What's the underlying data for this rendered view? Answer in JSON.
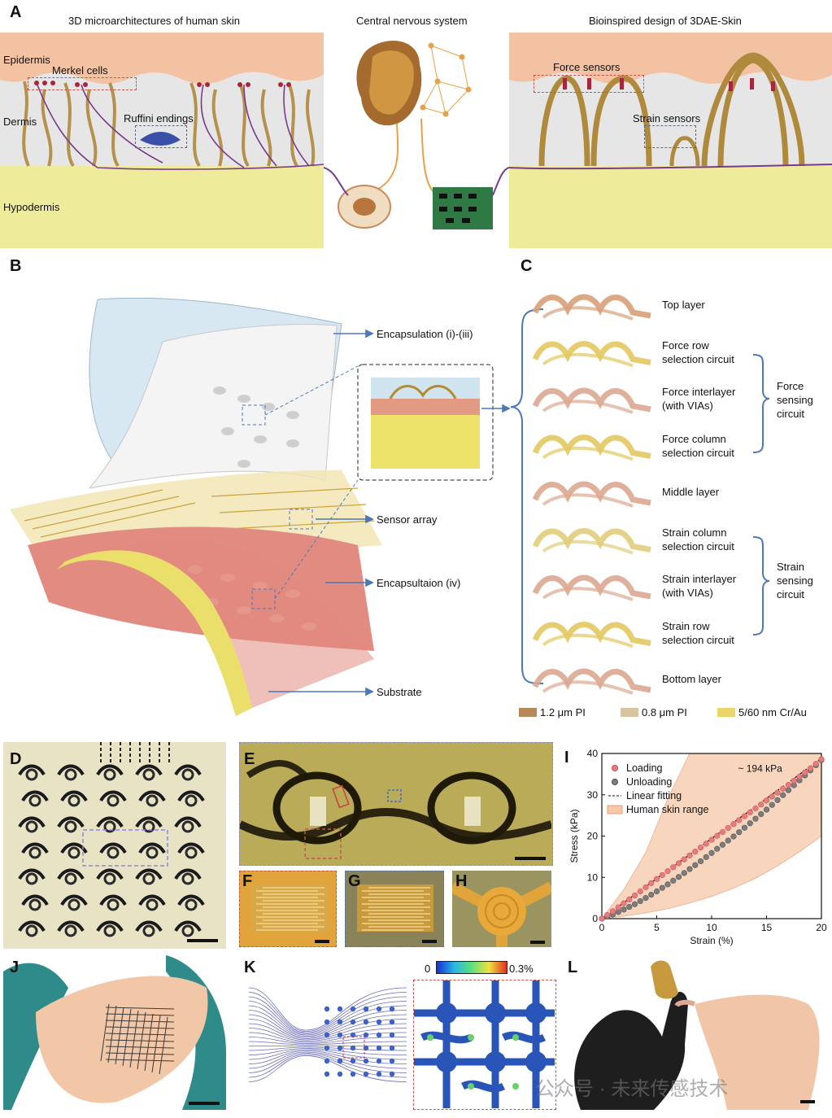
{
  "panelA": {
    "letter": "A",
    "left_title": "3D microarchitectures of human skin",
    "center_title": "Central nervous system",
    "right_title": "Bioinspired design of 3DAE-Skin",
    "layers": {
      "epidermis": "Epidermis",
      "dermis": "Dermis",
      "hypodermis": "Hypodermis"
    },
    "labels": {
      "merkel": "Merkel cells",
      "ruffini": "Ruffini endings",
      "force_sensors": "Force sensors",
      "strain_sensors": "Strain sensors"
    },
    "colors": {
      "epidermis": "#f2c2a2",
      "dermis": "#e2e2e2",
      "hypodermis": "#eeec9a",
      "fiber": "#b08a3c",
      "nerve": "#7a3b8c"
    }
  },
  "panelB": {
    "letter": "B",
    "callouts": [
      "Encapsulation (i)-(iii)",
      "Sensor array",
      "Encapsultaion (iv)",
      "Substrate"
    ],
    "arrow_color": "#4a78b8"
  },
  "panelC": {
    "letter": "C",
    "layers": [
      "Top layer",
      "Force row\nselection circuit",
      "Force interlayer\n(with VIAs)",
      "Force column\nselection circuit",
      "Middle layer",
      "Strain column\nselection circuit",
      "Strain interlayer\n(with VIAs)",
      "Strain row\nselection circuit",
      "Bottom layer"
    ],
    "groups": [
      "Force\nsensing\ncircuit",
      "Strain\nsensing\ncircuit"
    ],
    "legend": [
      {
        "label": "1.2 μm PI",
        "color": "#b8875a"
      },
      {
        "label": "0.8 μm PI",
        "color": "#d8c4a0"
      },
      {
        "label": "5/60 nm Cr/Au",
        "color": "#e9d56a"
      }
    ]
  },
  "photos": {
    "D": "D",
    "E": "E",
    "F": "F",
    "G": "G",
    "H": "H",
    "J": "J",
    "K": "K",
    "L": "L"
  },
  "panelK": {
    "colorbar_min": "0",
    "colorbar_max": "0.3%"
  },
  "watermark": "公众号 · 未来传感技术",
  "panelI": {
    "letter": "I",
    "annotation": "~ 194 kPa",
    "legend": [
      "Loading",
      "Unloading",
      "Linear fitting",
      "Human skin range"
    ],
    "colors": {
      "loading": "#e87b7b",
      "unloading": "#7d7d7d",
      "fit": "#111111",
      "range": "#f6c7a8"
    }
  },
  "chart_data": {
    "type": "scatter",
    "xlabel": "Strain (%)",
    "ylabel": "Stress (kPa)",
    "xlim": [
      0,
      20
    ],
    "ylim": [
      0,
      40
    ],
    "xticks": [
      "0",
      "5",
      "10",
      "15",
      "20"
    ],
    "yticks": [
      "0",
      "10",
      "20",
      "30",
      "40"
    ],
    "series": [
      {
        "name": "Loading",
        "x": [
          0,
          1,
          2,
          3,
          4,
          5,
          6,
          7,
          8,
          9,
          10,
          11,
          12,
          13,
          14,
          15,
          16,
          17,
          18,
          19,
          20
        ],
        "y": [
          0,
          1.8,
          3.7,
          5.6,
          7.6,
          9.6,
          11.5,
          13.4,
          15.3,
          17.2,
          19.1,
          21.0,
          22.9,
          24.8,
          26.7,
          28.6,
          30.5,
          32.4,
          34.4,
          36.4,
          38.6
        ]
      },
      {
        "name": "Unloading",
        "x": [
          0,
          1,
          2,
          3,
          4,
          5,
          6,
          7,
          8,
          9,
          10,
          11,
          12,
          13,
          14,
          15,
          16,
          17,
          18,
          19,
          20
        ],
        "y": [
          0,
          1.0,
          2.2,
          3.5,
          5.0,
          6.6,
          8.3,
          10.1,
          12.0,
          13.9,
          15.9,
          17.9,
          19.9,
          22.0,
          24.2,
          26.4,
          28.7,
          31.1,
          33.5,
          35.9,
          38.4
        ]
      },
      {
        "name": "Linear fitting",
        "x": [
          0,
          20
        ],
        "y": [
          0,
          38.8
        ]
      }
    ],
    "range_band": {
      "name": "Human skin range",
      "x": [
        0,
        2,
        4,
        6,
        8,
        10,
        12,
        14,
        16,
        18,
        20
      ],
      "upper": [
        0,
        7,
        16,
        29,
        40,
        40,
        40,
        40,
        40,
        40,
        40
      ],
      "lower": [
        0,
        0.6,
        1.4,
        2.4,
        3.8,
        5.4,
        7.4,
        9.8,
        12.8,
        16.2,
        20.0
      ]
    }
  }
}
